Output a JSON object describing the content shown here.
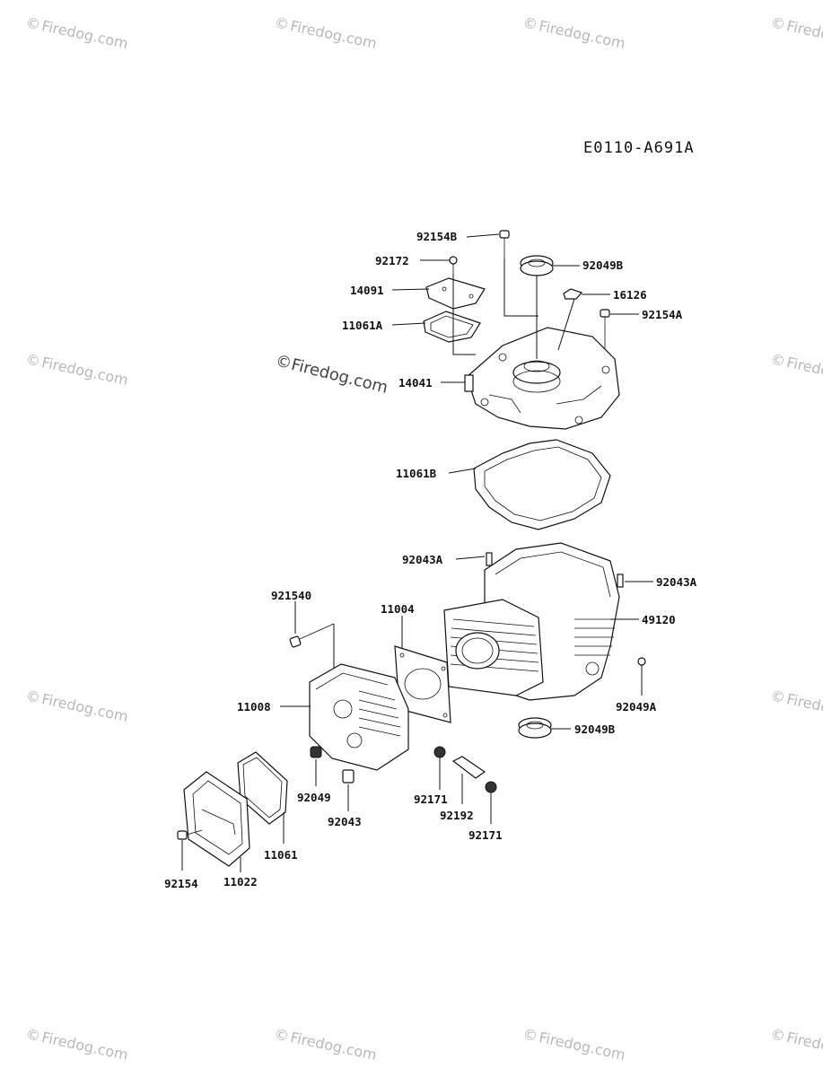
{
  "diagram_code": "E0110-A691A",
  "watermark": {
    "text": "Firedog.com",
    "symbol": "©"
  },
  "parts": [
    {
      "id": "p92154B",
      "label": "92154B"
    },
    {
      "id": "p92049B_top",
      "label": "92049B"
    },
    {
      "id": "p92172",
      "label": "92172"
    },
    {
      "id": "p14091",
      "label": "14091"
    },
    {
      "id": "p16126",
      "label": "16126"
    },
    {
      "id": "p11061A",
      "label": "11061A"
    },
    {
      "id": "p92154A",
      "label": "92154A"
    },
    {
      "id": "p14041",
      "label": "14041"
    },
    {
      "id": "p11061B",
      "label": "11061B"
    },
    {
      "id": "p92043A_left",
      "label": "92043A"
    },
    {
      "id": "p92043A_right",
      "label": "92043A"
    },
    {
      "id": "p921540",
      "label": "921540"
    },
    {
      "id": "p11004",
      "label": "11004"
    },
    {
      "id": "p49120",
      "label": "49120"
    },
    {
      "id": "p11008",
      "label": "11008"
    },
    {
      "id": "p92049A",
      "label": "92049A"
    },
    {
      "id": "p92049B_bottom",
      "label": "92049B"
    },
    {
      "id": "p92049",
      "label": "92049"
    },
    {
      "id": "p92171_left",
      "label": "92171"
    },
    {
      "id": "p92043",
      "label": "92043"
    },
    {
      "id": "p92192",
      "label": "92192"
    },
    {
      "id": "p92171_right",
      "label": "92171"
    },
    {
      "id": "p11061",
      "label": "11061"
    },
    {
      "id": "p92154",
      "label": "92154"
    },
    {
      "id": "p11022",
      "label": "11022"
    }
  ]
}
